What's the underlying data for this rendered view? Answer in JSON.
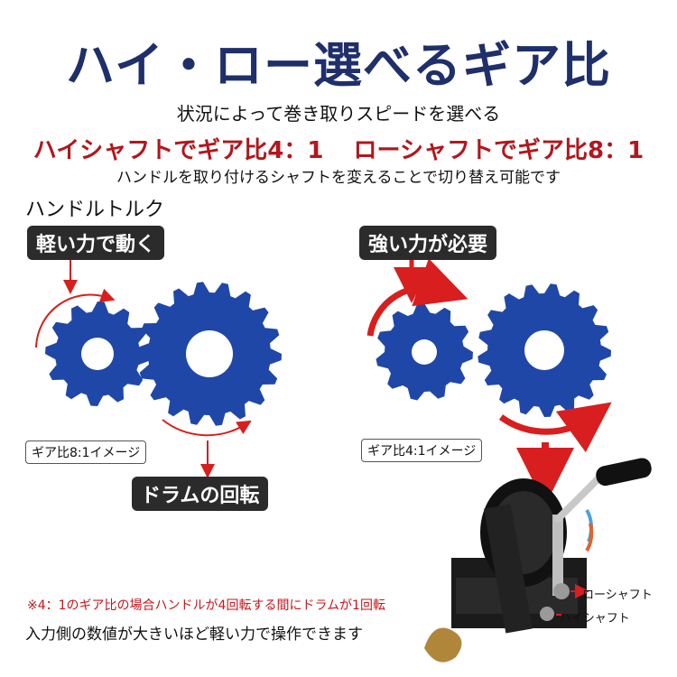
{
  "title": "ハイ・ロー選べるギア比",
  "subtitle": "状況によって巻き取りスピードを選べる",
  "ratios": {
    "high": "ハイシャフトでギア比4：1",
    "low": "ローシャフトでギア比8：1"
  },
  "switch_note": "ハンドルを取り付けるシャフトを変えることで切り替え可能です",
  "torque_label": "ハンドルトルク",
  "left_panel": {
    "tag": "軽い力で動く",
    "ratio_image": "ギア比8:1イメージ"
  },
  "right_panel": {
    "tag": "強い力が必要",
    "ratio_image": "ギア比4:1イメージ"
  },
  "drum_label": "ドラムの回転",
  "footnote": "※4：1のギア比の場合ハンドルが4回転する間にドラムが1回転",
  "bottom_line": "入力側の数値が大きいほど軽い力で操作できます",
  "winch_labels": {
    "low_shaft": "ローシャフト",
    "high_shaft": "ハイシャフト"
  },
  "colors": {
    "title": "#1f2f6b",
    "gear": "#1f47a8",
    "accent_red": "#d81e1e",
    "ratio_text": "#b3161c"
  }
}
